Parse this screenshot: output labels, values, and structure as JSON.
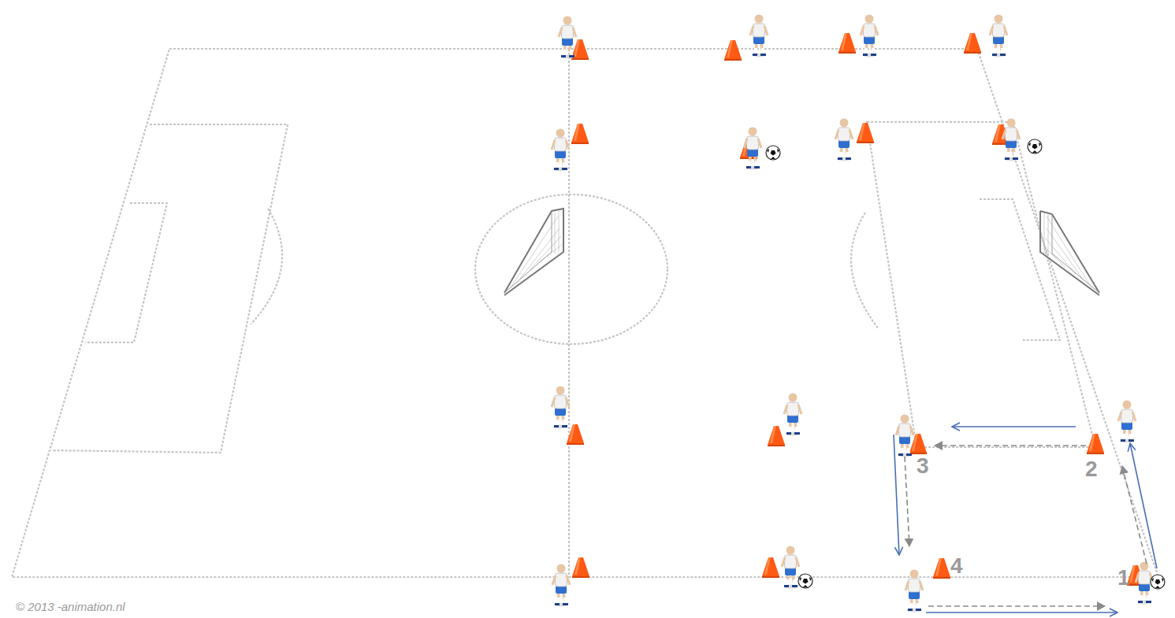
{
  "diagram": {
    "labels": [
      "3",
      "2",
      "4",
      "1",
      "© 2013 -animation.nl"
    ]
  }
}
